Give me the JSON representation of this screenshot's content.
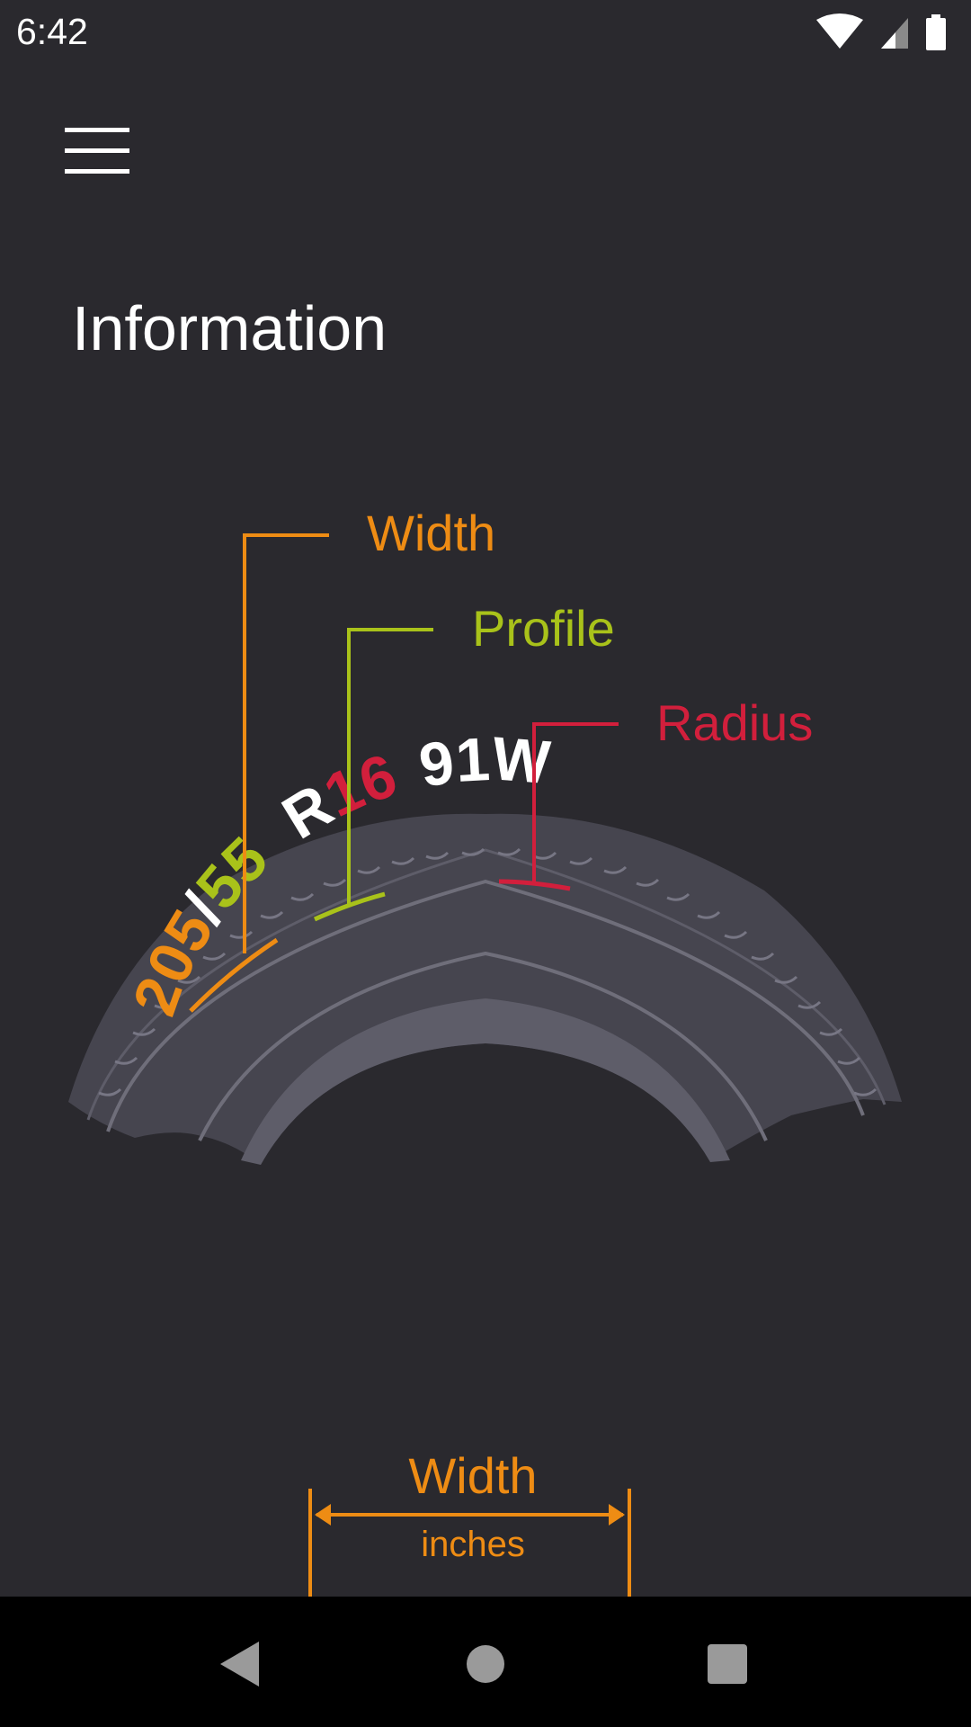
{
  "status_bar": {
    "time": "6:42",
    "icons": [
      "wifi-icon",
      "cellular-signal-icon",
      "battery-icon"
    ]
  },
  "header": {
    "menu_icon": "hamburger-menu-icon",
    "title": "Information"
  },
  "tire_diagram": {
    "callouts": {
      "width": "Width",
      "profile": "Profile",
      "radius": "Radius"
    },
    "tire_code": {
      "width_value": "205",
      "separator": "/",
      "profile_value": "55",
      "construction": "R",
      "radius_value": "16",
      "load_speed": "91W"
    },
    "colors": {
      "width": "#ee8c14",
      "profile": "#a9c21a",
      "radius": "#d21f3c",
      "tire_body": "#46454f",
      "tire_highlight": "#5e5d69"
    }
  },
  "width_dimension": {
    "label": "Width",
    "unit": "inches"
  },
  "nav_bar": {
    "buttons": [
      "back-icon",
      "home-icon",
      "recents-icon"
    ]
  }
}
